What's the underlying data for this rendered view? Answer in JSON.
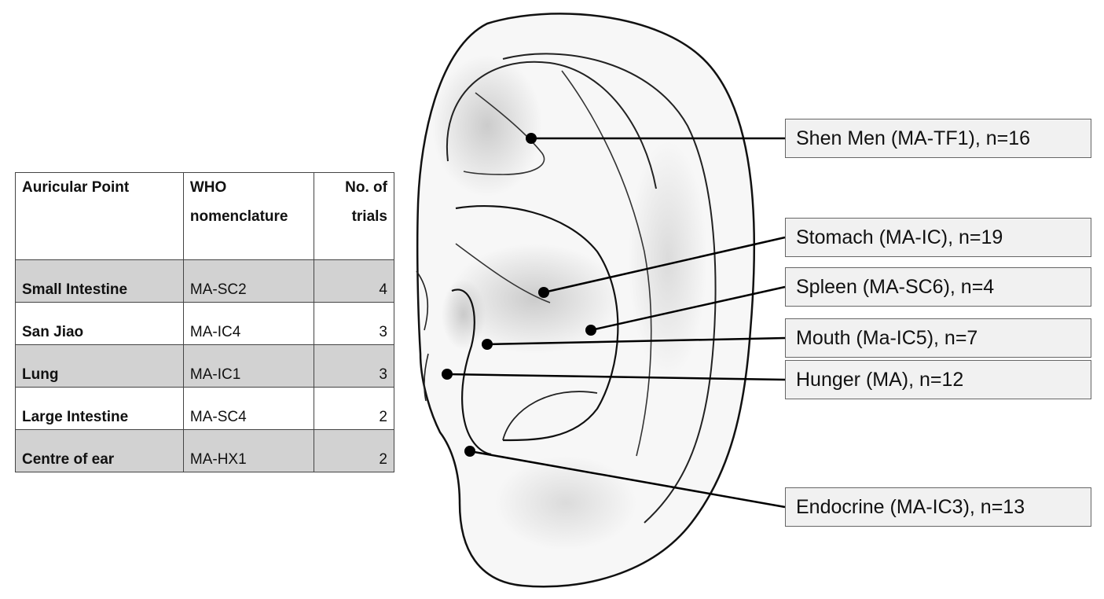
{
  "table": {
    "headers": {
      "point": "Auricular Point",
      "who_line1": "WHO",
      "who_line2": "nomenclature",
      "trials_line1": "No. of",
      "trials_line2": "trials"
    },
    "rows": [
      {
        "point": "Small Intestine",
        "who": "MA-SC2",
        "trials": "4"
      },
      {
        "point": "San Jiao",
        "who": "MA-IC4",
        "trials": "3"
      },
      {
        "point": "Lung",
        "who": "MA-IC1",
        "trials": "3"
      },
      {
        "point": "Large Intestine",
        "who": "MA-SC4",
        "trials": "2"
      },
      {
        "point": "Centre of ear",
        "who": "MA-HX1",
        "trials": "2"
      }
    ]
  },
  "labels": [
    {
      "text": "Shen Men (MA-TF1), n=16"
    },
    {
      "text": "Stomach (MA-IC), n=19"
    },
    {
      "text": "Spleen (MA-SC6), n=4"
    },
    {
      "text": "Mouth (Ma-IC5), n=7"
    },
    {
      "text": "Hunger (MA), n=12"
    },
    {
      "text": "Endocrine (MA-IC3), n=13"
    }
  ],
  "colors": {
    "ear_fill": "#f7f7f7",
    "ear_shadow": "#c8c8c8",
    "row_shade": "#d2d2d2",
    "label_fill": "#f1f1f1"
  }
}
